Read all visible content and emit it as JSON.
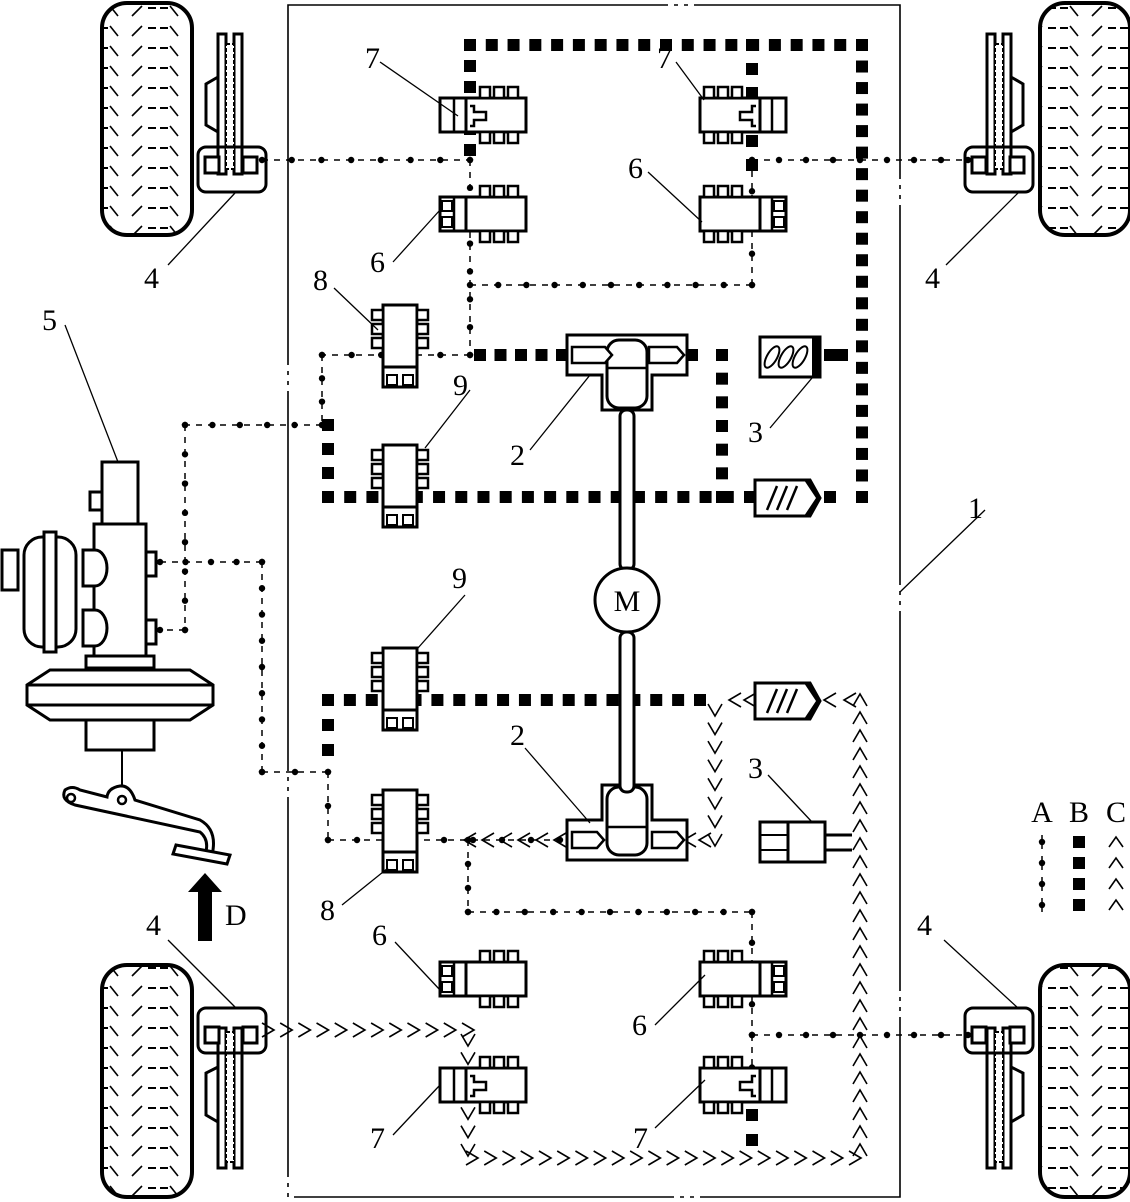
{
  "title": "Brake-by-wire hydraulic circuit diagram",
  "callouts": {
    "frame": "1",
    "pump_unit": "2",
    "accumulator": "3",
    "wheel_brake": "4",
    "master_cylinder": "5",
    "inlet_valve": "6",
    "outlet_valve": "7",
    "isolation_valve": "8",
    "pressure_valve": "9",
    "motor": "M",
    "pedal_force": "D"
  },
  "legend": {
    "items": [
      {
        "key": "A",
        "symbol": "dot-line",
        "meaning": "dotted line with dots"
      },
      {
        "key": "B",
        "symbol": "square-line",
        "meaning": "square dashed line"
      },
      {
        "key": "C",
        "symbol": "chevron-line",
        "meaning": "chevron line"
      }
    ]
  },
  "colors": {
    "ink": "#000000",
    "background": "#ffffff"
  }
}
